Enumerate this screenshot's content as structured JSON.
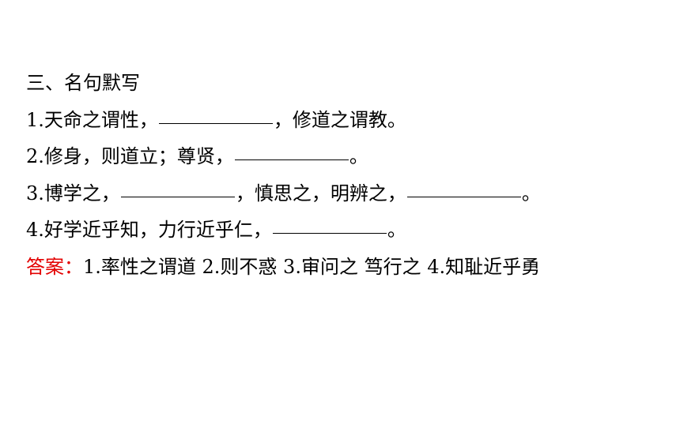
{
  "section_title": "三、名句默写",
  "questions": [
    {
      "before": "1.天命之谓性，",
      "after": "，修道之谓教。"
    },
    {
      "before": "2.修身，则道立；尊贤，",
      "after": "。"
    },
    {
      "before": "3.博学之，",
      "middle": "，慎思之，明辨之，",
      "after": "。"
    },
    {
      "before": "4.好学近乎知，力行近乎仁，",
      "after": "。"
    }
  ],
  "answer": {
    "label": "答案：",
    "text": "1.率性之谓道 2.则不惑 3.审问之 笃行之 4.知耻近乎勇"
  },
  "colors": {
    "text": "#000000",
    "answer_label": "#e30000",
    "background": "#ffffff"
  }
}
